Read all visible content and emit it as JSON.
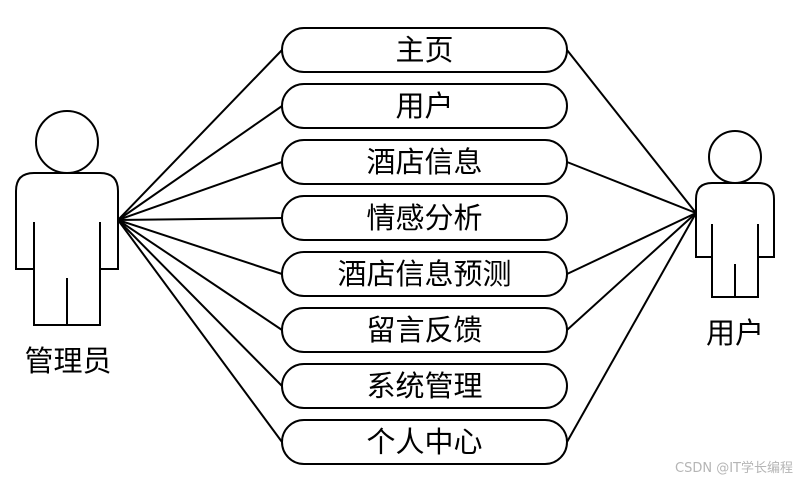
{
  "diagram": {
    "actors": [
      {
        "id": "admin",
        "label": "管理员"
      },
      {
        "id": "user",
        "label": "用户"
      }
    ],
    "use_cases": [
      {
        "id": "home",
        "label": "主页"
      },
      {
        "id": "users",
        "label": "用户"
      },
      {
        "id": "hotel_info",
        "label": "酒店信息"
      },
      {
        "id": "sentiment",
        "label": "情感分析"
      },
      {
        "id": "hotel_forecast",
        "label": "酒店信息预测"
      },
      {
        "id": "feedback",
        "label": "留言反馈"
      },
      {
        "id": "system_mgmt",
        "label": "系统管理"
      },
      {
        "id": "profile",
        "label": "个人中心"
      }
    ],
    "associations": [
      {
        "actor": "admin",
        "use_case": "home"
      },
      {
        "actor": "admin",
        "use_case": "users"
      },
      {
        "actor": "admin",
        "use_case": "hotel_info"
      },
      {
        "actor": "admin",
        "use_case": "sentiment"
      },
      {
        "actor": "admin",
        "use_case": "hotel_forecast"
      },
      {
        "actor": "admin",
        "use_case": "feedback"
      },
      {
        "actor": "admin",
        "use_case": "system_mgmt"
      },
      {
        "actor": "admin",
        "use_case": "profile"
      },
      {
        "actor": "user",
        "use_case": "home"
      },
      {
        "actor": "user",
        "use_case": "hotel_info"
      },
      {
        "actor": "user",
        "use_case": "hotel_forecast"
      },
      {
        "actor": "user",
        "use_case": "feedback"
      },
      {
        "actor": "user",
        "use_case": "profile"
      }
    ]
  },
  "watermark": "CSDN @IT学长编程"
}
